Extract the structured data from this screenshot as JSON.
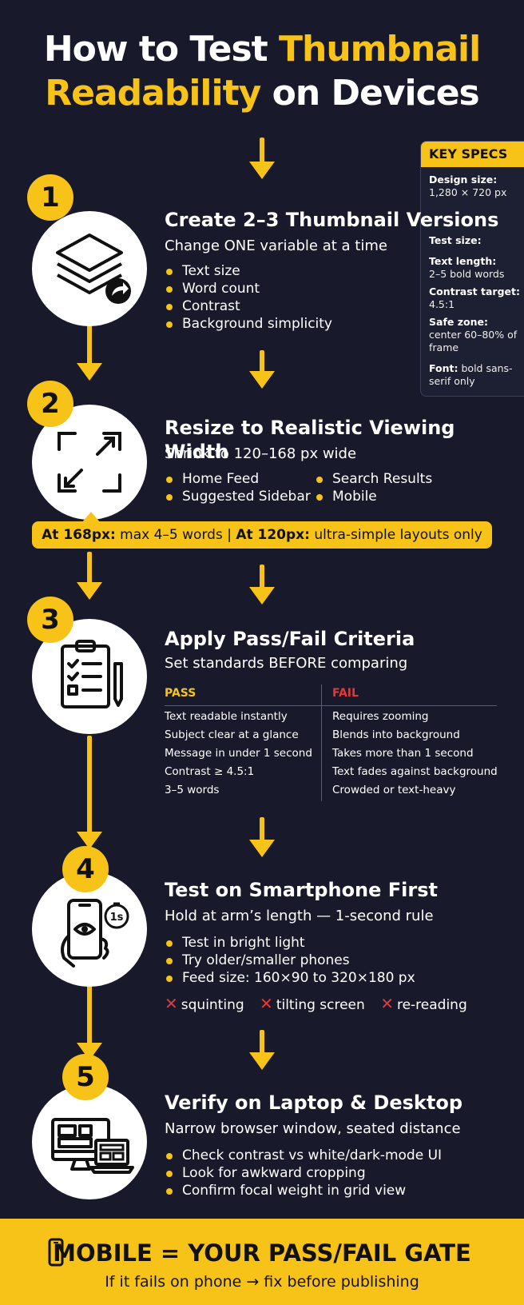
{
  "title": {
    "line1_plain": "How to Test ",
    "line1_highlight": "Thumbnail",
    "line2_highlight": "Readability",
    "line2_plain": " on Devices"
  },
  "key_specs": {
    "heading": "KEY SPECS",
    "design_size_label": "Design size:",
    "design_size_value": "1,280 × 720 px",
    "test_size_label": "Test size:",
    "text_length_label": "Text length:",
    "text_length_value": "2–5 bold words",
    "contrast_label": "Contrast target:",
    "contrast_value": "4.5:1",
    "safe_zone_label": "Safe zone:",
    "safe_zone_value": "center 60–80% of frame",
    "font_label": "Font:",
    "font_value": "bold sans-serif only"
  },
  "steps": [
    {
      "number": "1",
      "title": "Create 2–3 Thumbnail Versions",
      "subtitle": "Change ONE variable at a time",
      "bullets": [
        "Text size",
        "Word count",
        "Contrast",
        "Background simplicity"
      ]
    },
    {
      "number": "2",
      "title": "Resize to Realistic Viewing Width",
      "subtitle": "Shrink to 120–168 px wide",
      "bullets": [
        "Home Feed",
        "Suggested Sidebar",
        "Search Results",
        "Mobile"
      ]
    },
    {
      "number": "3",
      "title": "Apply Pass/Fail Criteria",
      "subtitle": "Set standards BEFORE comparing",
      "pass_heading": "PASS",
      "fail_heading": "FAIL",
      "pass": [
        "Text readable instantly",
        "Subject clear at a glance",
        "Message in under 1 second",
        "Contrast ≥ 4.5:1",
        "3–5 words"
      ],
      "fail": [
        "Requires zooming",
        "Blends into background",
        "Takes more than 1 second",
        "Text fades against background",
        "Crowded or text-heavy"
      ]
    },
    {
      "number": "4",
      "title": "Test on Smartphone First",
      "subtitle": "Hold at arm’s length — 1-second rule",
      "bullets": [
        "Test in bright light",
        "Try older/smaller phones",
        "Feed size: 160×90 to 320×180 px"
      ],
      "timer_label": "1s",
      "avoid": [
        "squinting",
        "tilting screen",
        "re-reading"
      ]
    },
    {
      "number": "5",
      "title": "Verify on Laptop & Desktop",
      "subtitle": "Narrow browser window, seated distance",
      "bullets": [
        "Check contrast vs white/dark-mode UI",
        "Look for awkward cropping",
        "Confirm focal weight in grid view"
      ]
    }
  ],
  "callout": {
    "part1_bold": "At 168px:",
    "part1_text": " max 4–5 words | ",
    "part2_bold": "At 120px:",
    "part2_text": " ultra-simple layouts only"
  },
  "footer": {
    "headline": "MOBILE = YOUR PASS/FAIL GATE",
    "subline": "If it fails on phone → fix before publishing"
  },
  "colors": {
    "accent": "#f7c318",
    "background": "#181a2b",
    "fail": "#e53935"
  }
}
